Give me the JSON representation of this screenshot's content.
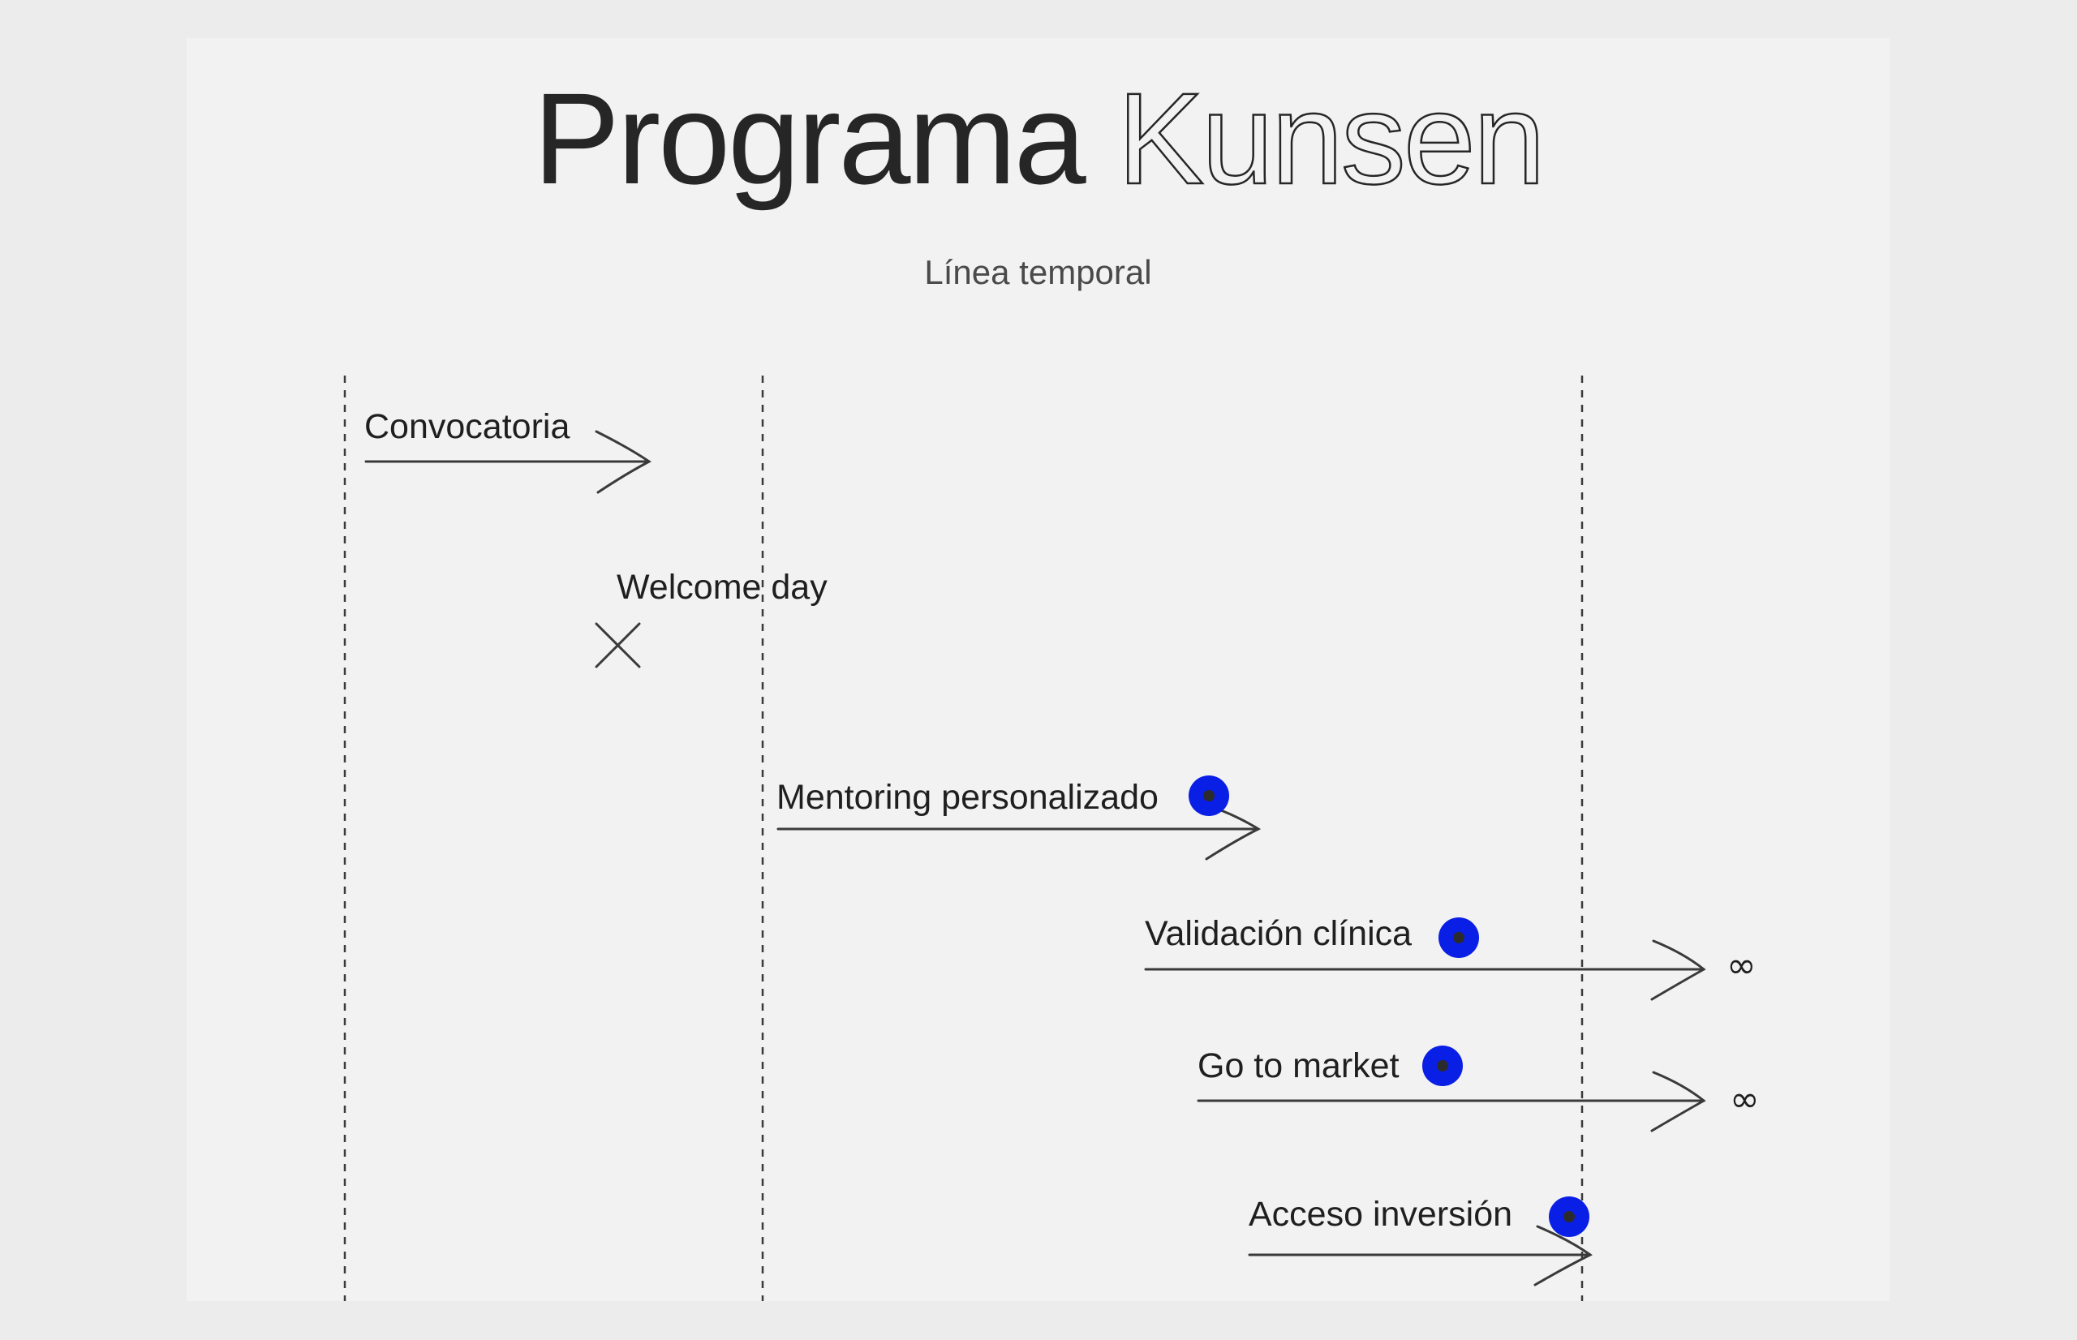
{
  "header": {
    "title_part1": "Programa",
    "title_part2": "Kunsen",
    "subtitle": "Línea temporal"
  },
  "timeline": {
    "items": [
      {
        "label": "Convocatoria",
        "marker": "arrow",
        "dot": false,
        "suffix": ""
      },
      {
        "label": "Welcome day",
        "marker": "cross",
        "dot": false,
        "suffix": ""
      },
      {
        "label": "Mentoring personalizado",
        "marker": "arrow",
        "dot": true,
        "suffix": ""
      },
      {
        "label": "Validación clínica",
        "marker": "arrow",
        "dot": true,
        "suffix": "∞"
      },
      {
        "label": "Go to market",
        "marker": "arrow",
        "dot": true,
        "suffix": "∞"
      },
      {
        "label": "Acceso inversión",
        "marker": "arrow",
        "dot": true,
        "suffix": ""
      }
    ]
  },
  "colors": {
    "background": "#ececec",
    "card": "#f2f2f2",
    "ink": "#262626",
    "dot_accent": "#0a1fe6"
  }
}
